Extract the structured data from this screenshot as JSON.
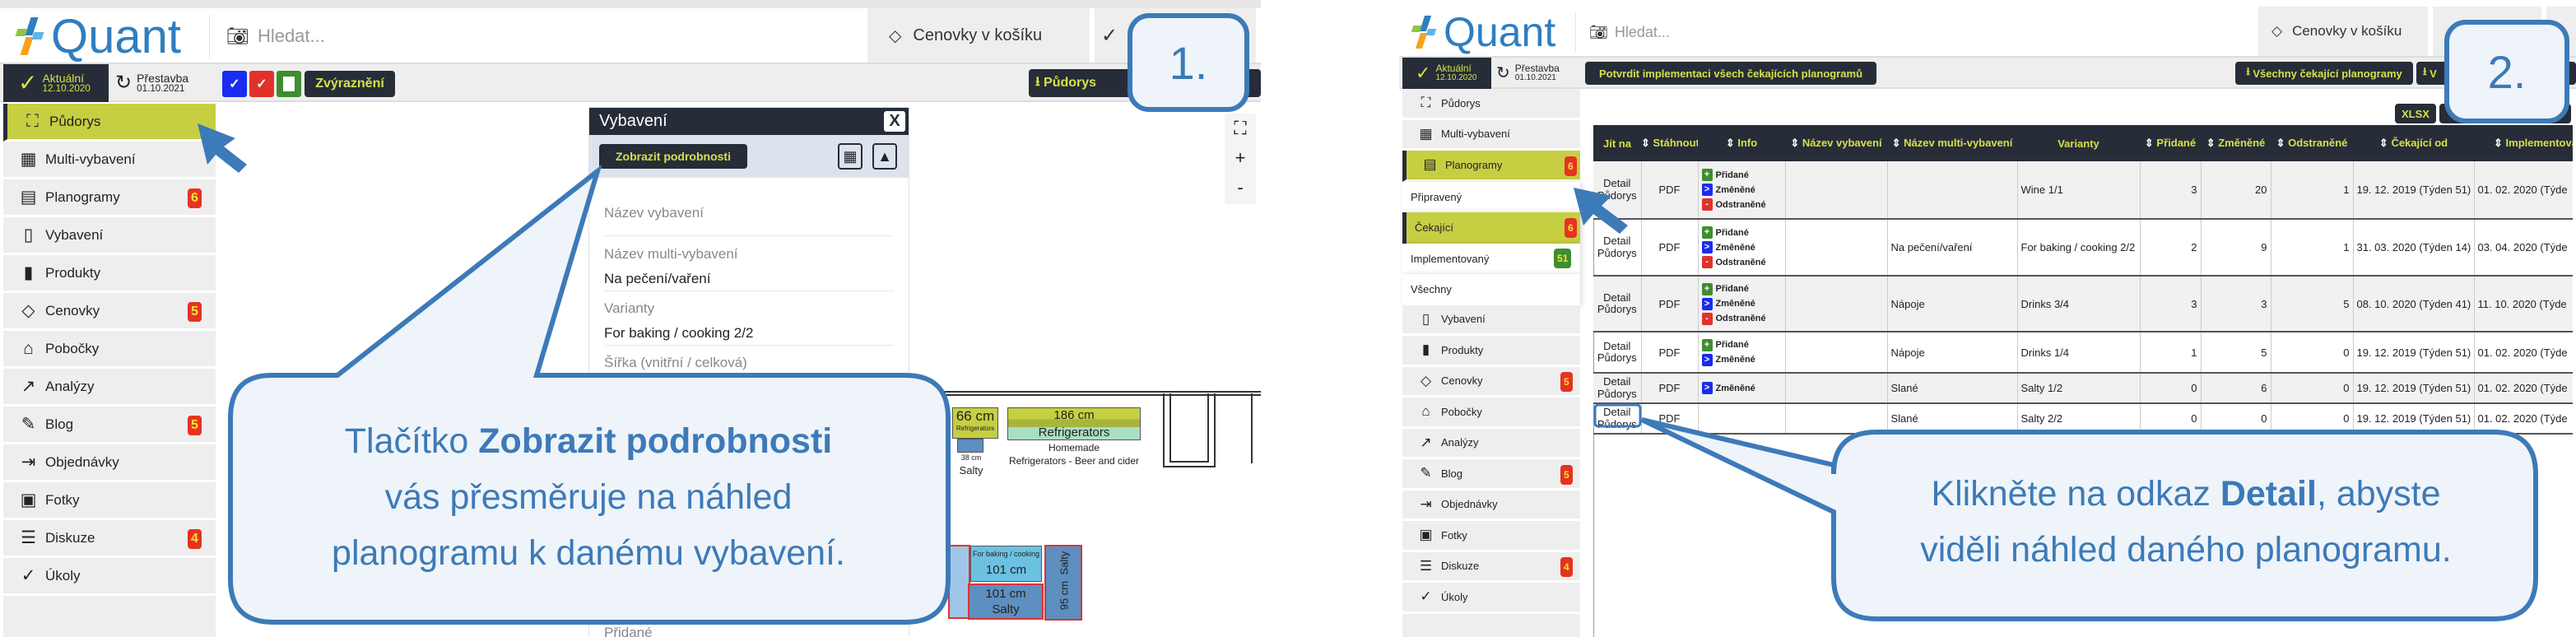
{
  "colors": {
    "dark": "#262d38",
    "accent": "#c6cf42",
    "accent_text": "#d7e04a",
    "callout": "#3d7ab8",
    "badge_red": "#e53320",
    "badge_green": "#3e8e2f"
  },
  "left": {
    "logo": "Quant",
    "search_placeholder": "Hledat...",
    "header_tab": "Cenovky v košíku",
    "toolbar": {
      "current_label": "Aktuální",
      "current_date": "12.10.2020",
      "rebuild_label": "Přestavba",
      "rebuild_date": "01.10.2021",
      "highlight_label": "Zvýraznění",
      "floorplan_button": "Půdorys"
    },
    "sidebar": [
      {
        "label": "Půdorys",
        "icon": "floorplan-icon",
        "glyph": "⛶",
        "active": true
      },
      {
        "label": "Multi-vybavení",
        "icon": "multi-equipment-icon",
        "glyph": "▦"
      },
      {
        "label": "Planogramy",
        "icon": "planogram-icon",
        "glyph": "▤",
        "badge": "6"
      },
      {
        "label": "Vybavení",
        "icon": "equipment-icon",
        "glyph": "▯"
      },
      {
        "label": "Produkty",
        "icon": "products-icon",
        "glyph": "▮"
      },
      {
        "label": "Cenovky",
        "icon": "price-tag-icon",
        "glyph": "◇",
        "badge": "5"
      },
      {
        "label": "Pobočky",
        "icon": "branches-icon",
        "glyph": "⌂"
      },
      {
        "label": "Analýzy",
        "icon": "analytics-icon",
        "glyph": "↗"
      },
      {
        "label": "Blog",
        "icon": "blog-icon",
        "glyph": "✎",
        "badge": "5"
      },
      {
        "label": "Objednávky",
        "icon": "orders-icon",
        "glyph": "⇥"
      },
      {
        "label": "Fotky",
        "icon": "photos-icon",
        "glyph": "▣"
      },
      {
        "label": "Diskuze",
        "icon": "discussion-icon",
        "glyph": "☰",
        "badge": "4"
      },
      {
        "label": "Úkoly",
        "icon": "tasks-icon",
        "glyph": "✓"
      }
    ],
    "equipment_panel": {
      "title": "Vybavení",
      "close": "X",
      "details_button": "Zobrazit podrobnosti",
      "fields": [
        {
          "label": "Název vybavení",
          "value": ""
        },
        {
          "label": "Název multi-vybavení",
          "value": "Na pečení/vaření"
        },
        {
          "label": "Varianty",
          "value": "For baking / cooking 2/2"
        },
        {
          "label": "Šířka (vnitřní / celková)",
          "value": ""
        }
      ],
      "bottom_label": "Přidané"
    },
    "floorplan": {
      "f1_size": "66 cm",
      "f1_name": "Refrigerators",
      "f2_size": "186 cm",
      "f2_name": "Refrigerators",
      "f2_sub1": "Homemade",
      "f2_sub2": "Refrigerators - Beer and cider",
      "f3_size": "38 cm",
      "f3_name": "Salty",
      "f4_name": "For baking / cooking",
      "f4_size": "101 cm",
      "f5_size": "101 cm",
      "f5_name": "Salty",
      "f6_size": "95 cm",
      "f6_name": "Salty"
    },
    "zoom": {
      "fit": "⛶",
      "plus": "+",
      "minus": "-"
    },
    "callout": {
      "pre": "Tlačítko ",
      "bold": "Zobrazit podrobnosti",
      "line2": "vás přesměruje na náhled",
      "line3": "planogramu k danému vybavení."
    },
    "step": "1."
  },
  "right": {
    "logo": "Quant",
    "search_placeholder": "Hledat...",
    "header_tab": "Cenovky v košíku",
    "toolbar": {
      "current_label": "Aktuální",
      "current_date": "12.10.2020",
      "rebuild_label": "Přestavba",
      "rebuild_date": "01.10.2021",
      "confirm_button": "Potvrdit implementaci všech čekajících planogramů",
      "download_all": "Všechny čekající planogramy",
      "download_second": "V"
    },
    "xlsx": "XLSX",
    "sidebar": [
      {
        "label": "Půdorys",
        "icon": "floorplan-icon",
        "glyph": "⛶"
      },
      {
        "label": "Multi-vybavení",
        "icon": "multi-equipment-icon",
        "glyph": "▦"
      },
      {
        "label": "Planogramy",
        "icon": "planogram-icon",
        "glyph": "▤",
        "badge": "6",
        "active": true
      },
      {
        "label": "Připravený",
        "sub": true
      },
      {
        "label": "Čekající",
        "sub": true,
        "badge": "6",
        "active": true
      },
      {
        "label": "Implementovaný",
        "sub": true,
        "badge": "51",
        "green": true
      },
      {
        "label": "Všechny",
        "sub": true
      },
      {
        "label": "Vybavení",
        "icon": "equipment-icon",
        "glyph": "▯"
      },
      {
        "label": "Produkty",
        "icon": "products-icon",
        "glyph": "▮"
      },
      {
        "label": "Cenovky",
        "icon": "price-tag-icon",
        "glyph": "◇",
        "badge": "5"
      },
      {
        "label": "Pobočky",
        "icon": "branches-icon",
        "glyph": "⌂"
      },
      {
        "label": "Analýzy",
        "icon": "analytics-icon",
        "glyph": "↗"
      },
      {
        "label": "Blog",
        "icon": "blog-icon",
        "glyph": "✎",
        "badge": "5"
      },
      {
        "label": "Objednávky",
        "icon": "orders-icon",
        "glyph": "⇥"
      },
      {
        "label": "Fotky",
        "icon": "photos-icon",
        "glyph": "▣"
      },
      {
        "label": "Diskuze",
        "icon": "discussion-icon",
        "glyph": "☰",
        "badge": "4"
      },
      {
        "label": "Úkoly",
        "icon": "tasks-icon",
        "glyph": "✓"
      }
    ],
    "table": {
      "columns": [
        "Jít na",
        "Stáhnout",
        "Info",
        "Název vybavení",
        "Název multi-vybavení",
        "Varianty",
        "Přidané",
        "Změněné",
        "Odstraněné",
        "Čekající od",
        "Implementova"
      ],
      "info_labels": {
        "added": "Přidané",
        "changed": "Změněné",
        "removed": "Odstraněné"
      },
      "link_detail": "Detail",
      "link_floorplan": "Půdorys",
      "pdf": "PDF",
      "rows": [
        {
          "info": [
            "added",
            "changed",
            "removed"
          ],
          "equipment": "",
          "multi": "",
          "variant": "Wine 1/1",
          "added": "3",
          "changed": "20",
          "removed": "1",
          "waiting": "19. 12. 2019 (Týden 51)",
          "implemented": "01. 02. 2020 (Týde"
        },
        {
          "info": [
            "added",
            "changed",
            "removed"
          ],
          "equipment": "",
          "multi": "Na pečení/vaření",
          "variant": "For baking / cooking 2/2",
          "added": "2",
          "changed": "9",
          "removed": "1",
          "waiting": "31. 03. 2020 (Týden 14)",
          "implemented": "03. 04. 2020 (Týde"
        },
        {
          "info": [
            "added",
            "changed",
            "removed"
          ],
          "equipment": "",
          "multi": "Nápoje",
          "variant": "Drinks 3/4",
          "added": "3",
          "changed": "3",
          "removed": "5",
          "waiting": "08. 10. 2020 (Týden 41)",
          "implemented": "11. 10. 2020 (Týde"
        },
        {
          "info": [
            "added",
            "changed"
          ],
          "equipment": "",
          "multi": "Nápoje",
          "variant": "Drinks 1/4",
          "added": "1",
          "changed": "5",
          "removed": "0",
          "waiting": "19. 12. 2019 (Týden 51)",
          "implemented": "01. 02. 2020 (Týde"
        },
        {
          "info": [
            "changed"
          ],
          "equipment": "",
          "multi": "Slané",
          "variant": "Salty 1/2",
          "added": "0",
          "changed": "6",
          "removed": "0",
          "waiting": "19. 12. 2019 (Týden 51)",
          "implemented": "01. 02. 2020 (Týde"
        },
        {
          "info": [],
          "equipment": "",
          "multi": "Slané",
          "variant": "Salty 2/2",
          "added": "0",
          "changed": "0",
          "removed": "0",
          "waiting": "19. 12. 2019 (Týden 51)",
          "implemented": "01. 02. 2020 (Týde"
        }
      ]
    },
    "callout": {
      "pre": "Klikněte na odkaz ",
      "bold": "Detail",
      "post": ", abyste",
      "line2": "viděli náhled daného planogramu."
    },
    "step": "2."
  }
}
